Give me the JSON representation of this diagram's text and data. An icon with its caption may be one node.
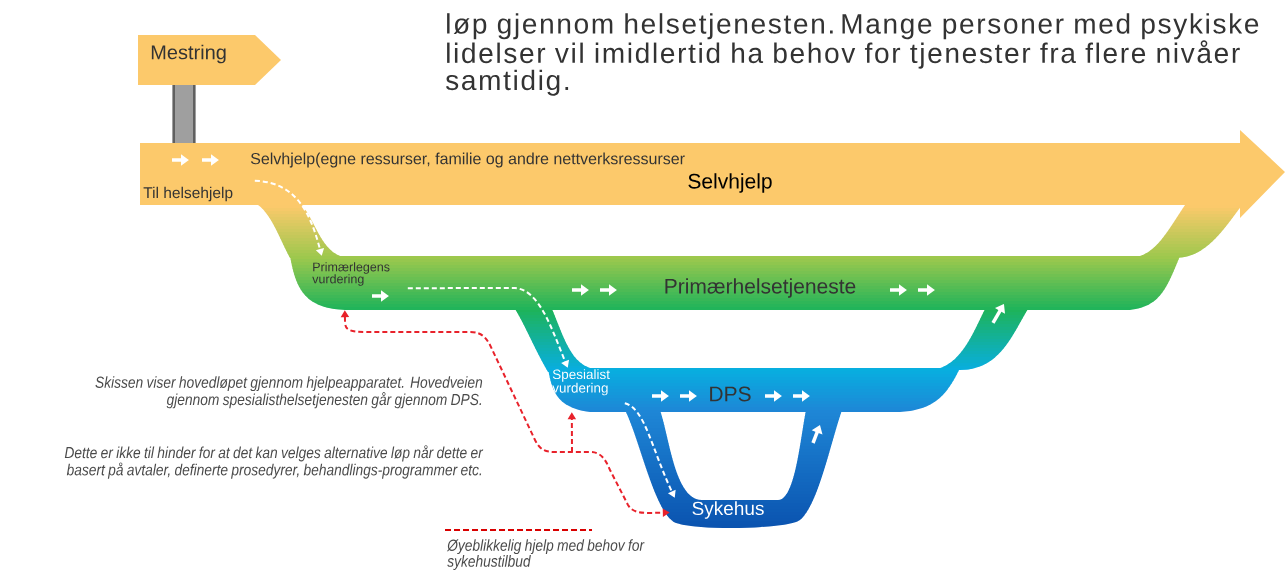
{
  "diagram": {
    "nodes": [
      {
        "text": [
          "Mestring"
        ]
      },
      {
        "text": [
          "Selvhjelp(egne ressurser, familie og andre nettverksressurser",
          "Til helsehjelp",
          "Selvhjelp"
        ]
      },
      {
        "text": [
          "Primærlegens vurdering",
          "Primærhelsetjeneste"
        ]
      },
      {
        "text": [
          "Spesialist vurdering",
          "DPS"
        ]
      },
      {
        "text": [
          "Sykehus"
        ]
      }
    ],
    "edges": [
      {
        "from": 1,
        "to": 2,
        "arrow": "to",
        "style": "dashed"
      },
      {
        "from": 2,
        "to": 3,
        "arrow": "to",
        "style": "dashed"
      },
      {
        "from": 3,
        "to": 4,
        "arrow": "to",
        "style": "dashed"
      },
      {
        "from": 2,
        "to": 4,
        "arrow": "both",
        "style": "dashed",
        "color": "#e8222b"
      },
      {
        "from": null,
        "to": 3,
        "arrow": "to",
        "style": "dashed",
        "color": "#e8222b"
      }
    ],
    "labels": [
      "løp gjennom helsetjenesten. Mange personer med psykiske lidelser vil imidlertid ha behov for tjenester fra flere nivåer samtidig.",
      "Skissen viser hovedløpet gjennom hjelpeapparatet. Hovedveien gjennom spesialisthelsetjenesten går gjennom DPS.",
      "Dette er ikke til hinder for at det kan velges alternative løp når dette er basert på avtaler, definerte prosedyrer, behandlings-programmer etc."
    ],
    "legend": [
      {
        "text": "Øyeblikkelig hjelp med behov for sykehustilbud"
      }
    ]
  }
}
